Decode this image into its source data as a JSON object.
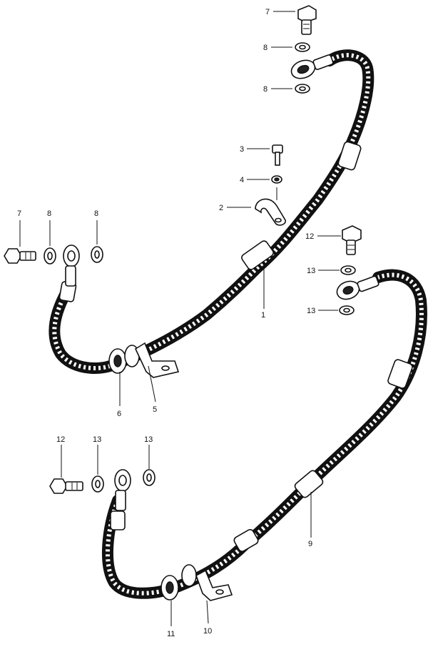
{
  "diagram": {
    "callouts": {
      "c1": "1",
      "c2": "2",
      "c3": "3",
      "c4": "4",
      "c5": "5",
      "c6": "6",
      "c7_top": "7",
      "c8_top_a": "8",
      "c8_top_b": "8",
      "c7_left": "7",
      "c8_left_a": "8",
      "c8_left_b": "8",
      "c9": "9",
      "c10": "10",
      "c11": "11",
      "c12_right": "12",
      "c13_right_a": "13",
      "c13_right_b": "13",
      "c12_left": "12",
      "c13_left_a": "13",
      "c13_left_b": "13"
    },
    "parts": [
      {
        "ref": "1",
        "name": "hose"
      },
      {
        "ref": "2",
        "name": "clamp"
      },
      {
        "ref": "3",
        "name": "bolt"
      },
      {
        "ref": "4",
        "name": "washer"
      },
      {
        "ref": "5",
        "name": "bracket"
      },
      {
        "ref": "6",
        "name": "clip"
      },
      {
        "ref": "7",
        "name": "banjo-bolt"
      },
      {
        "ref": "8",
        "name": "sealing-washer"
      },
      {
        "ref": "9",
        "name": "hose"
      },
      {
        "ref": "10",
        "name": "bracket"
      },
      {
        "ref": "11",
        "name": "clip"
      },
      {
        "ref": "12",
        "name": "banjo-bolt"
      },
      {
        "ref": "13",
        "name": "sealing-washer"
      }
    ],
    "colors": {
      "ink": "#111111",
      "paper": "#ffffff"
    }
  }
}
